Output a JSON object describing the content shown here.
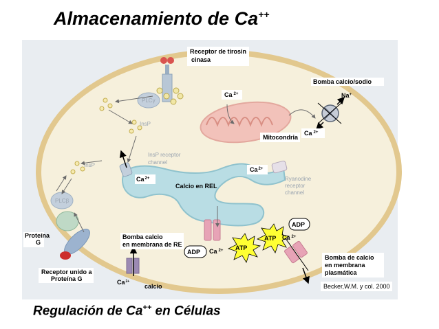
{
  "title": {
    "main": "Almacenamiento de Ca",
    "sup": "++"
  },
  "subtitle": {
    "pre": "Regulación de Ca",
    "sup": "++",
    "post": " en Células"
  },
  "labels": {
    "receptor_tirosin_1": "Receptor de tirosin",
    "receptor_tirosin_2": "cinasa",
    "bomba_calcio_sodio": "Bomba calcio/sodio",
    "na": "Na",
    "na_sup": "+",
    "ca_mito_top": "Ca",
    "ca_mito_top_sup": "2+",
    "mitocondria": "Mitocondria",
    "ca_mito_right": "Ca",
    "ca_mito_right_sup": "2+",
    "ca_rel_right": "Ca",
    "ca_rel_right_sup": "2+",
    "ca_rel_left": "Ca",
    "ca_rel_left_sup": "2+",
    "calcio_rel": "Calcio en REL",
    "proteina_g_1": "Proteína",
    "proteina_g_2": "G",
    "bomba_re_1": "Bomba calcio",
    "bomba_re_2": "en membrana de RE",
    "adp_left": "ADP",
    "ca_pump": "Ca",
    "ca_pump_sup": "2+",
    "atp_left": "ATP",
    "atp_right": "ATP",
    "adp_right": "ADP",
    "ca_pm": "Ca",
    "ca_pm_sup": "2+",
    "bomba_pm_1": "Bomba de calcio",
    "bomba_pm_2": "en membrana",
    "bomba_pm_3": "plasmática",
    "receptor_g_1": "Receptor unido a",
    "receptor_g_2": "Proteína G",
    "ca_bottom": "Ca",
    "ca_bottom_sup": "2+",
    "calcio_bottom": "calcio",
    "citation": "Becker,W.M. y col. 2000",
    "faint_plc_y": "PLCγ",
    "faint_insp3_1": "InsP",
    "faint_insp3_2": "InsP",
    "faint_insp3_receptor_1": "InsP  receptor",
    "faint_insp3_receptor_2": "channel",
    "faint_ryanodine_1": "Ryanodine",
    "faint_ryanodine_2": "receptor",
    "faint_ryanodine_3": "channel",
    "faint_plc_b": "PLCβ"
  },
  "colors": {
    "cell_fill": "#f5efda",
    "cell_border": "#e2c88e",
    "er_fill": "#b9dde4",
    "er_border": "#8fc2cd",
    "background_panel": "#e8ecf0",
    "atp_burst": "#ffff33",
    "pump_pink": "#e7a3b6"
  }
}
